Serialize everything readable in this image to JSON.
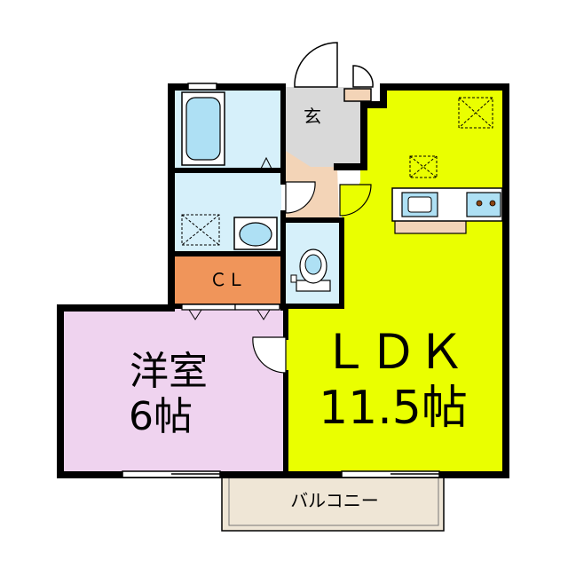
{
  "rooms": {
    "genkan": {
      "label": "玄"
    },
    "closet": {
      "label": "ＣＬ"
    },
    "western_room": {
      "name": "洋室",
      "size": "6帖"
    },
    "ldk": {
      "name": "ＬＤＫ",
      "size": "11.5帖"
    },
    "balcony": {
      "label": "バルコニー"
    }
  },
  "colors": {
    "ldk": "#eaff00",
    "western_room": "#efd3ef",
    "closet": "#f0955a",
    "wet_area": "#d6f0fa",
    "genkan": "#d9d9d9",
    "hall_floor": "#f3d4b7",
    "balcony": "#efe6d6",
    "fixture": "#aee0f4",
    "wall": "#000000"
  }
}
